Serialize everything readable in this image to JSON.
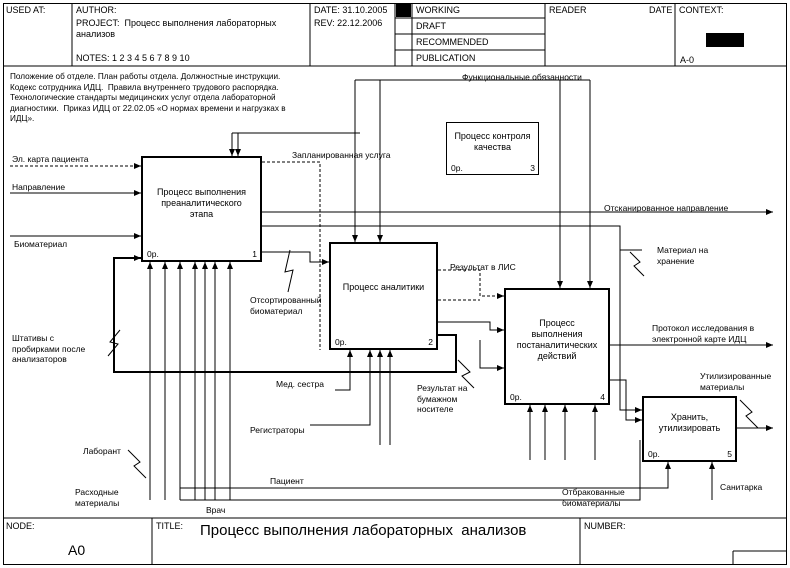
{
  "header": {
    "used_at": "USED AT:",
    "author": "AUTHOR:",
    "project": "PROJECT:  Процесс выполнения лабораторных\nанализов",
    "date": "DATE:  31.10.2005",
    "rev": "REV:    22.12.2006",
    "notes": "NOTES:  1  2  3  4  5  6  7  8  9  10",
    "status": [
      "WORKING",
      "DRAFT",
      "RECOMMENDED",
      "PUBLICATION"
    ],
    "reader": "READER",
    "date2": "DATE",
    "context": "CONTEXT:",
    "context_id": "A-0"
  },
  "footer": {
    "node_label": "NODE:",
    "node_value": "A0",
    "title_label": "TITLE:",
    "title_value": "Процесс выполнения лабораторных  анализов",
    "number_label": "NUMBER:"
  },
  "boxes": [
    {
      "label": "Процесс выполнения\nпреаналитического\nэтапа",
      "cost": "0р.",
      "num": "1"
    },
    {
      "label": "Процесс аналитики",
      "cost": "0р.",
      "num": "2"
    },
    {
      "label": "Процесс контроля\nкачества",
      "cost": "0р.",
      "num": "3"
    },
    {
      "label": "Процесс\nвыполнения\nпостаналитических\nдействий",
      "cost": "0р.",
      "num": "4"
    },
    {
      "label": "Хранить,\nутилизировать",
      "cost": "0р.",
      "num": "5"
    }
  ],
  "arrows": {
    "controls_note": "Положение об отделе. План работы отдела. Должностные инструкции.\nКодекс сотрудника ИДЦ.  Правила внутреннего трудового распорядка.\nТехнологические стандарты медицинских услуг отдела лабораторной\nдиагностики.  Приказ ИДЦ от 22.02.05 «О нормах времени и нагрузках в\nИДЦ».",
    "functions": "Функциональные обязанности",
    "el_card": "Эл. карта пациента",
    "direction": "Направление",
    "biomaterial": "Биоматериал",
    "planned": "Запланированная услуга",
    "scanned": "Отсканированное направление",
    "material_storage": "Материал на\nхранение",
    "result_lis": "Результат в ЛИС",
    "sorted": "Отсортированный\nбиоматериал",
    "racks": "Штативы с\nпробирками после\nанализаторов",
    "protocol": "Протокол исследования в\nэлектронной карте ИДЦ",
    "disposed": "Утилизированные\nматериалы",
    "med_nurse": "Мед. сестра",
    "result_paper": "Результат на\nбумажном\nносителе",
    "registrars": "Регистраторы",
    "lab_assistant": "Лаборант",
    "patient": "Пациент",
    "consumables": "Расходные\nматериалы",
    "doctor": "Врач",
    "rejected": "Отбракованные\nбиоматериалы",
    "cleaner": "Санитарка"
  }
}
